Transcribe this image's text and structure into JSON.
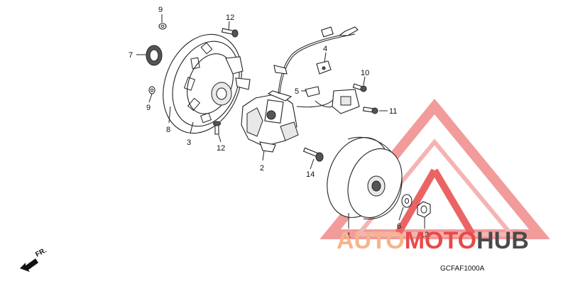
{
  "callouts": [
    "1",
    "2",
    "3",
    "4",
    "5",
    "6",
    "7",
    "8",
    "9",
    "9",
    "10",
    "11",
    "12",
    "12",
    "13",
    "14"
  ],
  "front_marker": "FR.",
  "diagram_code": "GCFAF1000A",
  "watermark": {
    "part1": "AUTO",
    "part2": "MOTO",
    "part3": "HUB",
    "colors": {
      "light": "#f6b48a",
      "red": "#e84a4a",
      "dark": "#4a4a4a"
    }
  }
}
